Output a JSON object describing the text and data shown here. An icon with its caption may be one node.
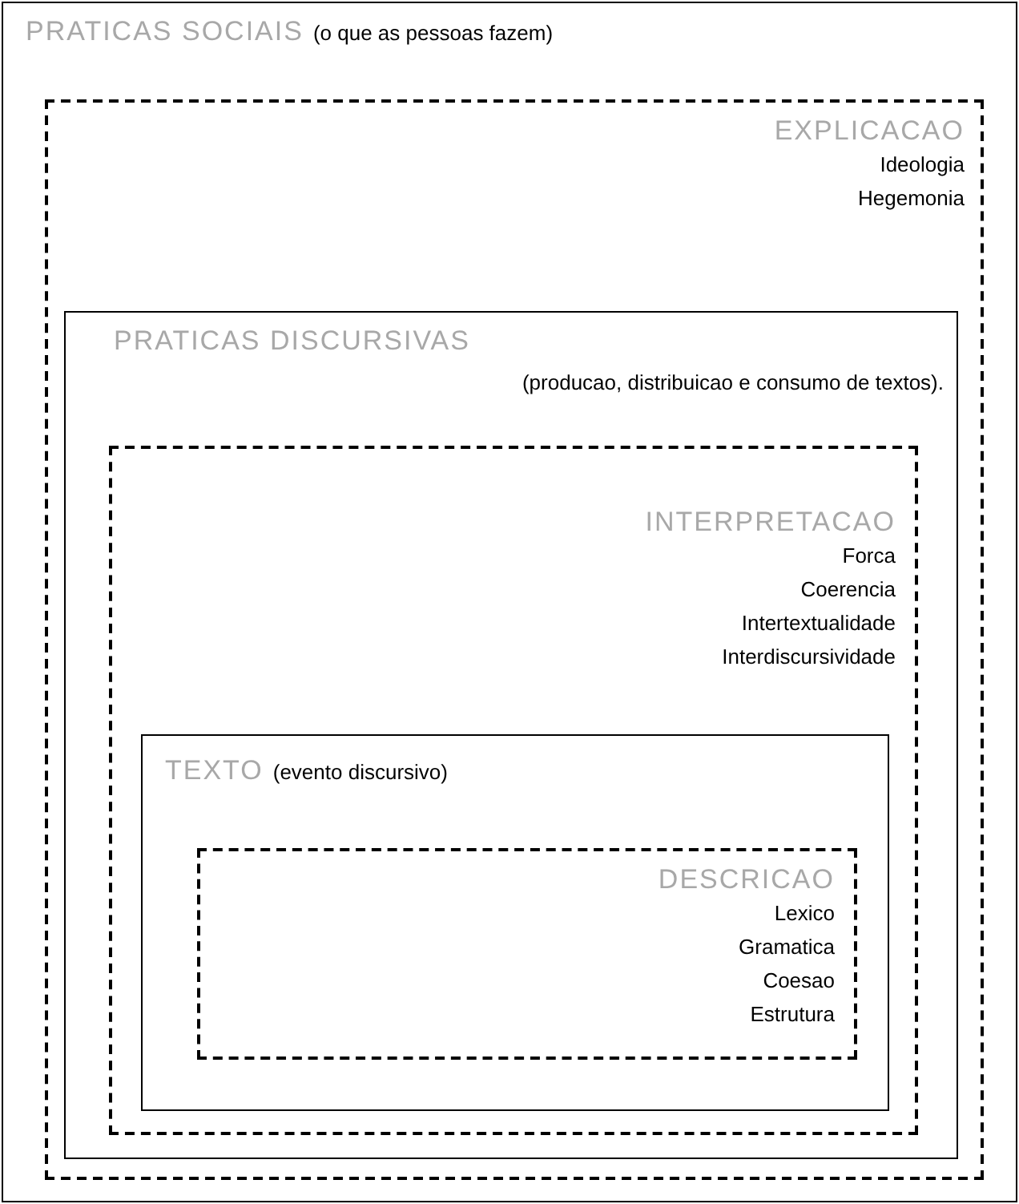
{
  "diagram": {
    "nodes": [
      {
        "text": [
          "PRATICAS SOCIAIS",
          "(o que as pessoas fazem)"
        ]
      },
      {
        "text": [
          "EXPLICACAO",
          "Ideologia",
          "Hegemonia"
        ],
        "in": 0
      },
      {
        "text": [
          "PRATICAS DISCURSIVAS",
          "(producao, distribuicao e consumo de textos)."
        ],
        "in": 1
      },
      {
        "text": [
          "INTERPRETACAO",
          "Forca",
          "Coerencia",
          "Intertextualidade",
          "Interdiscursividade"
        ],
        "in": 2
      },
      {
        "text": [
          "TEXTO",
          "(evento discursivo)"
        ],
        "in": 3
      },
      {
        "text": [
          "DESCRICAO",
          "Lexico",
          "Gramatica",
          "Coesao",
          "Estrutura"
        ],
        "in": 4
      }
    ]
  }
}
